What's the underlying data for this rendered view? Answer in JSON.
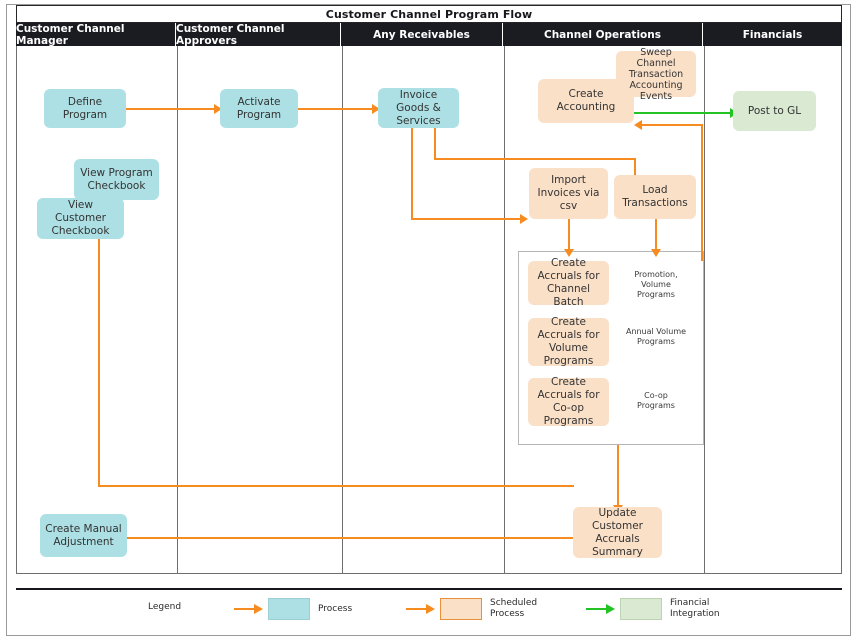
{
  "diagram": {
    "title": "Customer Channel Program Flow",
    "lanes": [
      {
        "id": "customer-channel-manager",
        "label": "Customer Channel Manager"
      },
      {
        "id": "customer-channel-approvers",
        "label": "Customer Channel Approvers"
      },
      {
        "id": "any-receivables",
        "label": "Any Receivables"
      },
      {
        "id": "channel-operations",
        "label": "Channel Operations"
      },
      {
        "id": "financials",
        "label": "Financials"
      }
    ],
    "nodes": [
      {
        "id": "define-program",
        "label": "Define Program",
        "type": "process"
      },
      {
        "id": "view-program-checkbook",
        "label": "View Program Checkbook",
        "type": "process"
      },
      {
        "id": "view-customer-checkbook",
        "label": "View Customer Checkbook",
        "type": "process"
      },
      {
        "id": "create-manual-adjustment",
        "label": "Create Manual Adjustment",
        "type": "process"
      },
      {
        "id": "activate-program",
        "label": "Activate Program",
        "type": "process"
      },
      {
        "id": "invoice-goods-services",
        "label": "Invoice Goods & Services",
        "type": "process"
      },
      {
        "id": "create-accounting",
        "label": "Create Accounting",
        "type": "scheduled"
      },
      {
        "id": "sweep-channel-events",
        "label": "Sweep Channel Transaction Accounting Events",
        "type": "scheduled"
      },
      {
        "id": "import-invoices-csv",
        "label": "Import Invoices via csv",
        "type": "scheduled"
      },
      {
        "id": "load-transactions",
        "label": "Load Transactions",
        "type": "scheduled"
      },
      {
        "id": "create-accruals-channel-batch",
        "label": "Create Accruals for Channel Batch",
        "type": "scheduled"
      },
      {
        "id": "create-accruals-volume-programs",
        "label": "Create Accruals for Volume Programs",
        "type": "scheduled"
      },
      {
        "id": "create-accruals-coop-programs",
        "label": "Create Accruals for Co-op Programs",
        "type": "scheduled"
      },
      {
        "id": "update-customer-accruals-summary",
        "label": "Update Customer Accruals Summary",
        "type": "scheduled"
      },
      {
        "id": "post-to-gl",
        "label": "Post to GL",
        "type": "financial"
      }
    ],
    "side_notes": [
      {
        "id": "note-promotion-volume",
        "text": "Promotion, Volume Programs"
      },
      {
        "id": "note-annual-volume",
        "text": "Annual Volume Programs"
      },
      {
        "id": "note-coop",
        "text": "Co-op Programs"
      }
    ],
    "legend": {
      "label": "Legend",
      "items": [
        {
          "id": "legend-process",
          "label": "Process",
          "color": "#ade0e4",
          "arrow_color": "#f68b1f"
        },
        {
          "id": "legend-scheduled-process",
          "label": "Scheduled Process",
          "color": "#fbe0c8",
          "arrow_color": "#f68b1f"
        },
        {
          "id": "legend-financial-integration",
          "label": "Financial Integration",
          "color": "#d9e9d2",
          "arrow_color": "#22c322"
        }
      ]
    },
    "colors": {
      "process": "#ade0e4",
      "scheduled": "#fbe0c8",
      "financial": "#d9e9d2",
      "flow_arrow": "#f68b1f",
      "integration_arrow": "#22c322",
      "lane_header_bg": "#1b1b22",
      "lane_header_text": "#ffffff"
    }
  }
}
